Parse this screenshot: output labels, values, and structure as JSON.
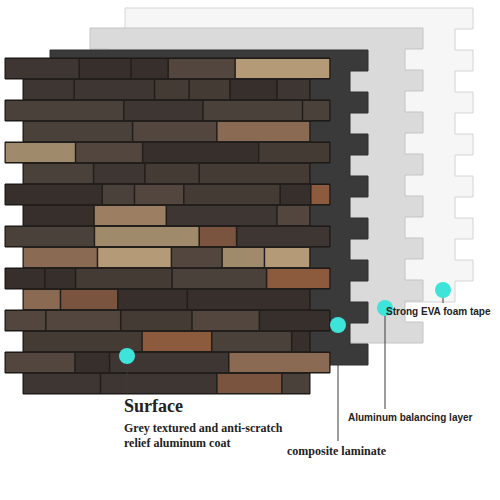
{
  "diagram": {
    "labels": [
      "Surface",
      "Grey textured and anti-scratch relief aluminum coat",
      "composite laminate",
      "Aluminum balancing layer",
      "Strong EVA foam tape"
    ]
  }
}
